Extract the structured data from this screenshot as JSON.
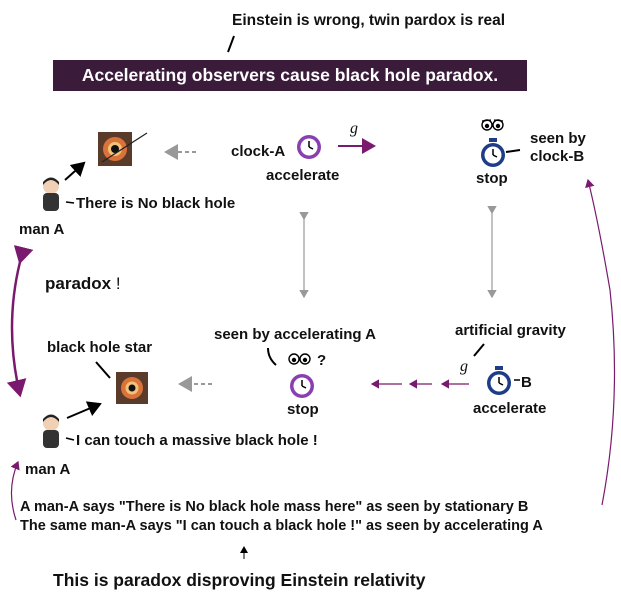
{
  "header": {
    "headline": "Einstein is wrong,   twin pardox is real",
    "banner": "Accelerating observers cause black hole paradox."
  },
  "top_left": {
    "man_label": "man A",
    "speech_prefix": "There is ",
    "speech_bold": "No",
    "speech_suffix": " black hole"
  },
  "top_center": {
    "clock_label": "clock-A",
    "accelerate": "accelerate",
    "g_symbol": "g"
  },
  "top_right": {
    "status": "stop",
    "seen_by_line1": "seen by",
    "seen_by_line2": "clock-B"
  },
  "middle": {
    "paradox": "paradox",
    "exclaim": "!",
    "black_hole_star": "black hole star",
    "seen_by_accelerating": "seen by accelerating A",
    "question": "?",
    "stop": "stop",
    "artificial_gravity": "artificial gravity",
    "g_symbol": "g",
    "clock_b": "B",
    "accelerate": "accelerate"
  },
  "bottom_left": {
    "man_label": "man A",
    "speech_prefix": "I can ",
    "speech_bold": "touch",
    "speech_suffix": " a massive black hole !"
  },
  "footer": {
    "line1": "A man-A says \"There is No black hole mass here\" as seen by stationary B",
    "line2": "The same man-A says \"I can touch a black hole !\" as seen by accelerating A",
    "conclusion": "This is paradox disproving Einstein relativity"
  },
  "colors": {
    "banner_bg": "#3a1b3a",
    "purple": "#7a1a6e",
    "clock_purple": "#8a3fb0",
    "clock_blue": "#1f3c88",
    "gray_arrow": "#999999"
  }
}
